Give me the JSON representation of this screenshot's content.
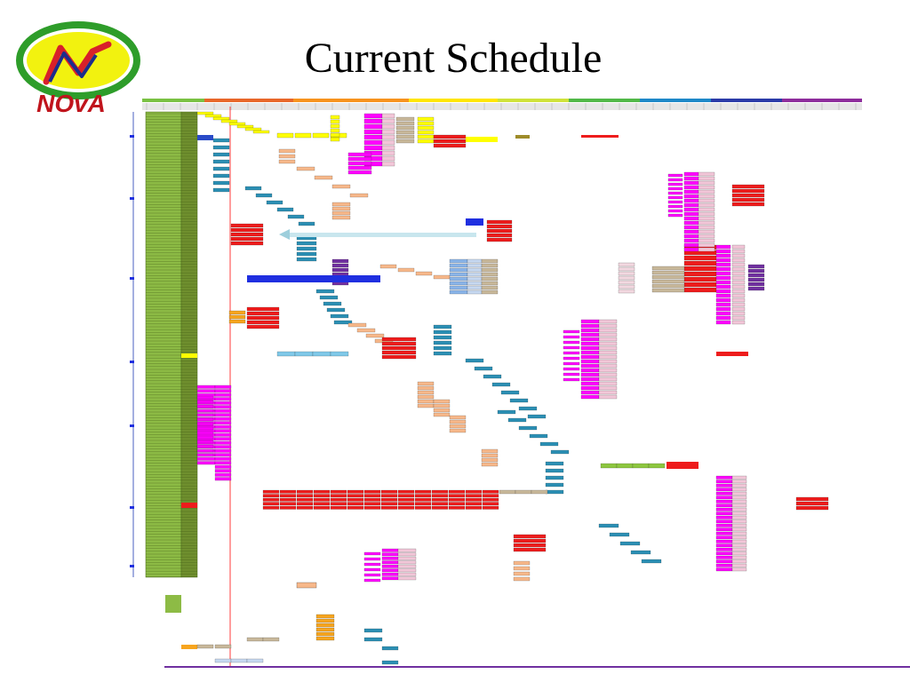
{
  "slide": {
    "title": "Current Schedule"
  },
  "logo": {
    "text": "NOvA",
    "ring_color": "#2e9d2a",
    "fill_color": "#f2f20f"
  },
  "chart_data": {
    "type": "gantt",
    "title": "Current Schedule",
    "legible_text": "none — task names, dates and timeline labels are too small to read at this resolution",
    "colors": {
      "summary_column": "#8dbb45",
      "red_task": "#ee1c1c",
      "magenta_task": "#ff00ff",
      "teal_task": "#2b8fb4",
      "peach_task": "#f7b88a",
      "yellow_task": "#ffff00",
      "blue_task": "#1f2fe0",
      "purple_task": "#7030a0",
      "tan_task": "#c8b89a",
      "pink_task": "#f2c6d8",
      "status_line": "#ff3b3b"
    }
  }
}
